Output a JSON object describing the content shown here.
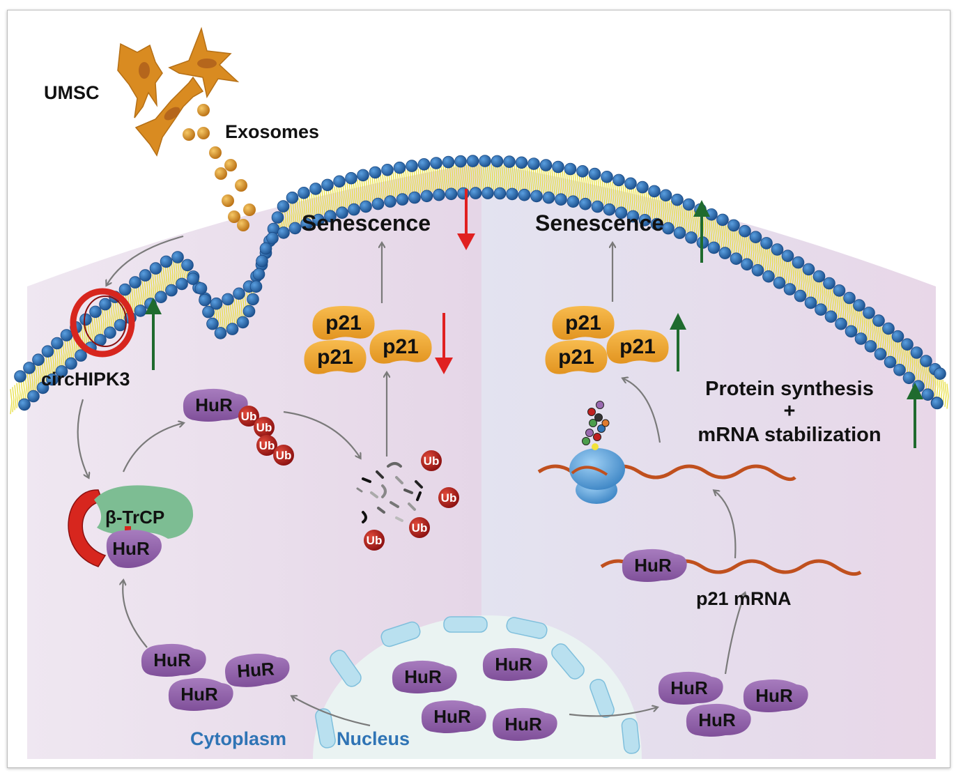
{
  "labels": {
    "umsc": "UMSC",
    "exosomes": "Exosomes",
    "senescence_left": "Senescence",
    "senescence_right": "Senescence",
    "circ": "circHIPK3",
    "btrcp": "β-TrCP",
    "protein_synthesis": "Protein synthesis",
    "plus": "+",
    "mrna_stab": "mRNA stabilization",
    "p21_mrna": "p21 mRNA",
    "cytoplasm": "Cytoplasm",
    "nucleus": "Nucleus"
  },
  "molecules": {
    "hur": "HuR",
    "p21": "p21",
    "ub": "Ub"
  },
  "icons": {
    "up_arrow": "up-arrow-green",
    "down_arrow": "down-arrow-red"
  },
  "colors": {
    "membrane_head": "#2d6fb3",
    "membrane_tail": "#e8e04a",
    "hur": "#9a6ab0",
    "p21": "#f0a830",
    "ub": "#c0201f",
    "circ": "#d7261e",
    "btrcp": "#7dbd93",
    "cell": "#d98b21",
    "mrna": "#c0501e",
    "nucleus": "#a8d6ea",
    "up": "#1f6b2e",
    "down": "#e02020"
  }
}
